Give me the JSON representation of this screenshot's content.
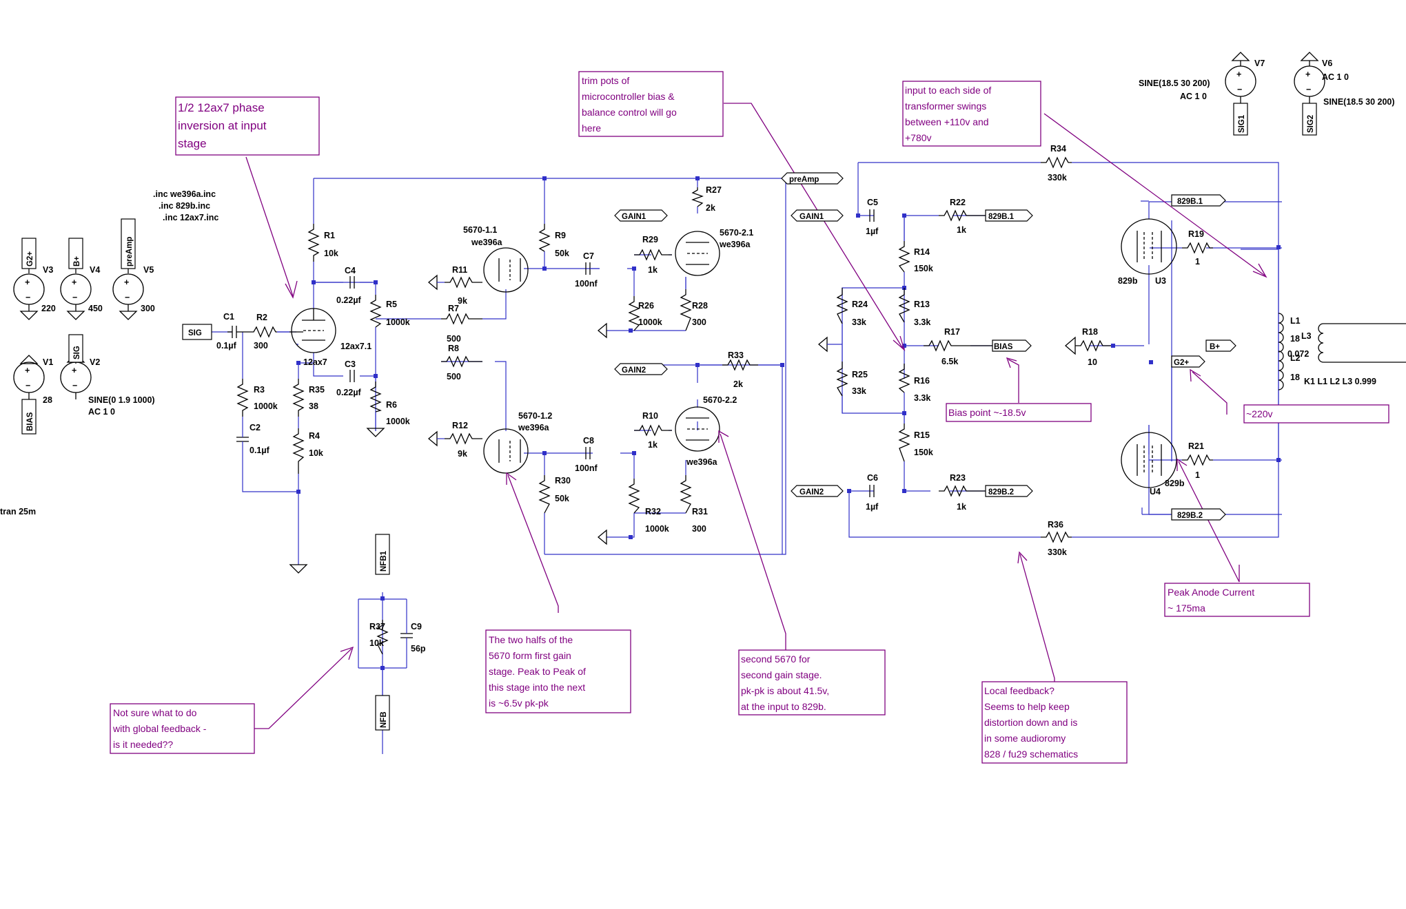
{
  "directives": {
    "inc1": ".inc we396a.inc",
    "inc2": ".inc 829b.inc",
    "inc3": ".inc 12ax7.inc",
    "tran": "tran 25m"
  },
  "annotations": {
    "phase": [
      "1/2 12ax7 phase",
      "inversion at input",
      "stage"
    ],
    "trim": [
      "trim pots of",
      "microcontroller bias &",
      "balance control will go",
      "here"
    ],
    "swing": [
      "input to each side of",
      "transformer swings",
      "between +110v and",
      "+780v"
    ],
    "bias_point": "Bias point ~-18.5v",
    "g2_volt": "~220v",
    "peak": [
      "Peak Anode Current",
      "~ 175ma"
    ],
    "first_stage": [
      "The two halfs of the",
      "5670 form first gain",
      "stage. Peak to Peak of",
      "this stage into the next",
      "is ~6.5v pk-pk"
    ],
    "second_stage": [
      "second 5670 for",
      "second gain stage.",
      "pk-pk is about 41.5v,",
      "at the input to 829b."
    ],
    "local_fb": [
      "Local feedback?",
      "Seems to help keep",
      "distortion down and is",
      "in some audioromy",
      "828 / fu29 schematics"
    ],
    "global_fb": [
      "Not sure what to do",
      "with global feedback -",
      "is it needed??"
    ]
  },
  "sources": {
    "V3": {
      "name": "V3",
      "value": "220",
      "net": "G2+"
    },
    "V4": {
      "name": "V4",
      "value": "450",
      "net": "B+"
    },
    "V5": {
      "name": "V5",
      "value": "300",
      "net": "preAmp"
    },
    "V1": {
      "name": "V1",
      "value": "28",
      "net": "BIAS"
    },
    "V2": {
      "name": "V2",
      "value1": "SINE(0 1.9 1000)",
      "value2": "AC 1 0",
      "net": "SIG"
    },
    "V7": {
      "name": "V7",
      "value1": "SINE(18.5 30 200)",
      "value2": "AC 1 0",
      "net": "SIG1"
    },
    "V6": {
      "name": "V6",
      "value1": "AC 1 0",
      "value2": "SINE(18.5 30 200)",
      "net": "SIG2"
    }
  },
  "parts": {
    "R1": [
      "R1",
      "10k"
    ],
    "R2": [
      "R2",
      "300"
    ],
    "R3": [
      "R3",
      "1000k"
    ],
    "R4": [
      "R4",
      "10k"
    ],
    "R35": [
      "R35",
      "38"
    ],
    "R5": [
      "R5",
      "1000k"
    ],
    "R6": [
      "R6",
      "1000k"
    ],
    "R7": [
      "R7",
      "500"
    ],
    "R8": [
      "R8",
      "500"
    ],
    "R9": [
      "R9",
      "50k"
    ],
    "R11": [
      "R11",
      "9k"
    ],
    "R12": [
      "R12",
      "9k"
    ],
    "R30": [
      "R30",
      "50k"
    ],
    "R27": [
      "R27",
      "2k"
    ],
    "R29": [
      "R29",
      "1k"
    ],
    "R26": [
      "R26",
      "1000k"
    ],
    "R28": [
      "R28",
      "300"
    ],
    "R33": [
      "R33",
      "2k"
    ],
    "R10": [
      "R10",
      "1k"
    ],
    "R32": [
      "R32",
      "1000k"
    ],
    "R31": [
      "R31",
      "300"
    ],
    "R34": [
      "R34",
      "330k"
    ],
    "R22": [
      "R22",
      "1k"
    ],
    "R14": [
      "R14",
      "150k"
    ],
    "R13": [
      "R13",
      "3.3k"
    ],
    "R24": [
      "R24",
      "33k"
    ],
    "R25": [
      "R25",
      "33k"
    ],
    "R17": [
      "R17",
      "6.5k"
    ],
    "R16": [
      "R16",
      "3.3k"
    ],
    "R15": [
      "R15",
      "150k"
    ],
    "R23": [
      "R23",
      "1k"
    ],
    "R36": [
      "R36",
      "330k"
    ],
    "R18": [
      "R18",
      "10"
    ],
    "R19": [
      "R19",
      "1"
    ],
    "R21": [
      "R21",
      "1"
    ],
    "R37": [
      "R37",
      "10k"
    ],
    "C1": [
      "C1",
      "0.1µf"
    ],
    "C2": [
      "C2",
      "0.1µf"
    ],
    "C3": [
      "C3",
      "0.22µf"
    ],
    "C4": [
      "C4",
      "0.22µf"
    ],
    "C7": [
      "C7",
      "100nf"
    ],
    "C8": [
      "C8",
      "100nf"
    ],
    "C5": [
      "C5",
      "1µf"
    ],
    "C6": [
      "C6",
      "1µf"
    ],
    "C9": [
      "C9",
      "56p"
    ]
  },
  "tubes": {
    "t12ax7": {
      "model": "12ax7",
      "ref": "12ax7.1"
    },
    "t5670_11": {
      "ref": "5670-1.1",
      "model": "we396a"
    },
    "t5670_12": {
      "ref": "5670-1.2",
      "model": "we396a"
    },
    "t5670_21": {
      "ref": "5670-2.1",
      "model": "we396a"
    },
    "t5670_22": {
      "ref": "5670-2.2",
      "model": "we396a"
    },
    "U3": {
      "ref": "U3",
      "model": "829b"
    },
    "U4": {
      "ref": "U4",
      "model": "829b"
    }
  },
  "transformer": {
    "L1": "L1",
    "L2": "L2",
    "L3": "L3",
    "v1": "18",
    "v2": "18",
    "v3": "0.072",
    "coupling": "K1 L1 L2 L3 0.999"
  },
  "nets": {
    "sig": "SIG",
    "preamp": "preAmp",
    "gain1": "GAIN1",
    "gain2": "GAIN2",
    "bias": "BIAS",
    "b829_1": "829B.1",
    "b829_2": "829B.2",
    "nfb1": "NFB1",
    "nfb": "NFB",
    "bplus": "B+",
    "g2plus": "G2+"
  }
}
